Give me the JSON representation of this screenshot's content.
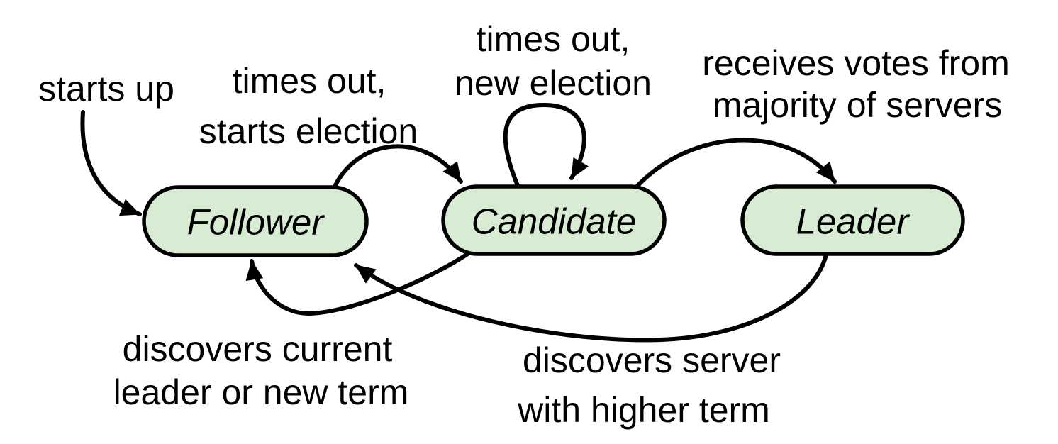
{
  "diagram": {
    "colors": {
      "background": "#ffffff",
      "node_fill": "#d7ecd2",
      "line_color": "#000000",
      "text_color": "#000000"
    },
    "nodes": {
      "follower": {
        "label": "Follower"
      },
      "candidate": {
        "label": "Candidate"
      },
      "leader": {
        "label": "Leader"
      }
    },
    "edges": {
      "starts_up": {
        "label_line1": "starts up"
      },
      "follower_to_candidate": {
        "label_line1": "times out,",
        "label_line2": "starts election"
      },
      "candidate_self": {
        "label_line1": "times out,",
        "label_line2": "new election"
      },
      "candidate_to_leader": {
        "label_line1": "receives votes from",
        "label_line2": "majority of servers"
      },
      "candidate_to_follower": {
        "label_line1": "discovers current",
        "label_line2": "leader or new term"
      },
      "leader_to_follower": {
        "label_line1": "discovers server",
        "label_line2": "with higher term"
      }
    }
  }
}
